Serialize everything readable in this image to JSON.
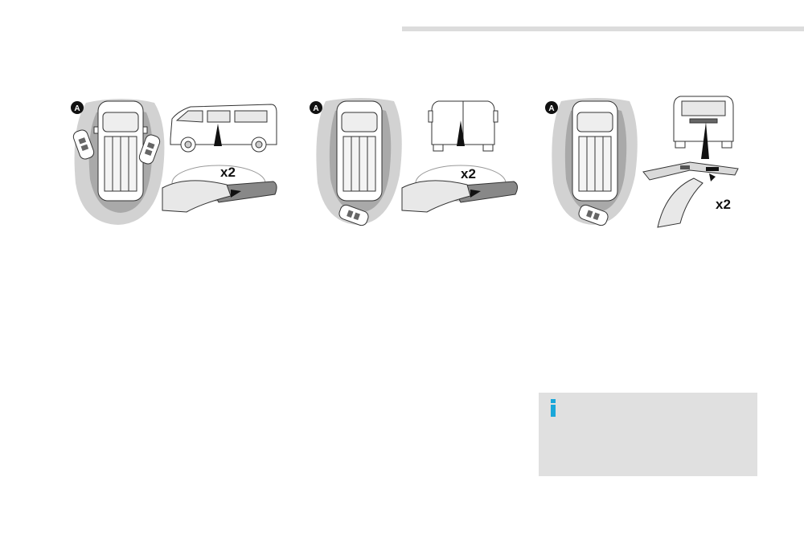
{
  "panels": [
    {
      "zone_badge": "A",
      "count_label": "x2"
    },
    {
      "zone_badge": "A",
      "count_label": "x2"
    },
    {
      "zone_badge": "A",
      "count_label": "x2"
    }
  ],
  "info_box": {
    "icon": "info-icon"
  },
  "colors": {
    "zone_outer": "#d2d2d2",
    "zone_inner": "#a9a9a9",
    "accent": "#1aa7d9",
    "rule": "#dcdcdc",
    "info_bg": "#e0e0e0"
  }
}
